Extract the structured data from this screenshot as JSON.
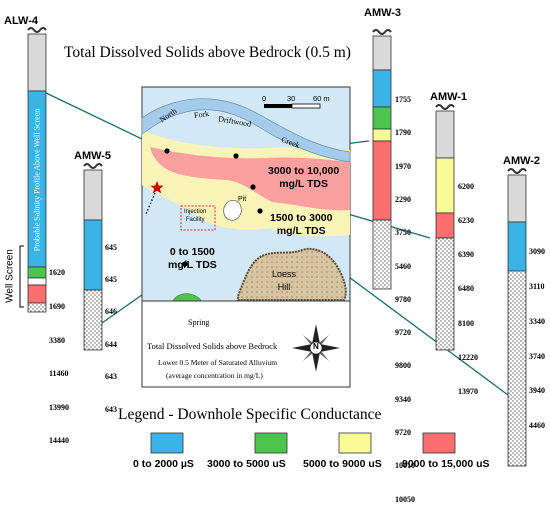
{
  "title": "Total Dissolved Solids above Bedrock (0.5 m)",
  "wells": {
    "alw4": {
      "name": "ALW-4",
      "profile_label": "Probable Salinity Profile Above Well Screen",
      "screen_label": "Well Screen",
      "values": [
        "1620",
        "1690",
        "3380",
        "11460",
        "13990",
        "14440"
      ]
    },
    "amw5": {
      "name": "AMW-5",
      "values": [
        "645",
        "645",
        "646",
        "644",
        "643",
        "643"
      ]
    },
    "amw3": {
      "name": "AMW-3",
      "values": [
        "1755",
        "1790",
        "1970",
        "2290",
        "3750",
        "5460",
        "9780",
        "9720",
        "9800",
        "9340",
        "9720",
        "10010",
        "10050"
      ]
    },
    "amw1": {
      "name": "AMW-1",
      "values": [
        "6200",
        "6230",
        "6390",
        "6480",
        "8100",
        "12220",
        "13970"
      ]
    },
    "amw2": {
      "name": "AMW-2",
      "values": [
        "3090",
        "3110",
        "3340",
        "3740",
        "3940",
        "4460"
      ]
    }
  },
  "map": {
    "scale": {
      "zero": "0",
      "mid": "30",
      "max": "60 m"
    },
    "creek": {
      "word1": "North",
      "word2": "Fork",
      "word3": "Driftwood",
      "word4": "Creek"
    },
    "zone_high": {
      "line1": "3000 to 10,000",
      "line2": "mg/L TDS"
    },
    "zone_mid": {
      "line1": "1500 to 3000",
      "line2": "mg/L TDS"
    },
    "zone_low": {
      "line1": "0 to 1500",
      "line2": "mg/L TDS"
    },
    "injection": {
      "line1": "Injection",
      "line2": "Facility"
    },
    "pit": "Pit",
    "loess": {
      "line1": "Loess",
      "line2": "Hill"
    },
    "spring": "Spring",
    "caption": {
      "line1": "Total Dissolved Solids above Bedrock",
      "line2": "Lower 0.5 Meter of Saturated Alluvium",
      "line3": "(average concentration  in mg/L)"
    },
    "compass": {
      "n": "N"
    }
  },
  "legend": {
    "title": "Legend - Downhole Specific Conductance",
    "items": [
      {
        "label": "0 to 2000 µS",
        "color": "#3bb3e6"
      },
      {
        "label": "3000 to 5000 uS",
        "color": "#4cc44f"
      },
      {
        "label": "5000 to 9000 uS",
        "color": "#fafa96"
      },
      {
        "label": "9000 to 15,000 uS",
        "color": "#fb6f6f"
      }
    ]
  },
  "colors": {
    "casing": "#d9d9d9",
    "blue": "#3bb3e6",
    "green": "#4cc44f",
    "yellow": "#fafa96",
    "red": "#fb6f6f",
    "line": "#1a6b73",
    "map_zone_high": "#fb9f9f",
    "map_zone_mid": "#fbf4b8",
    "map_zone_low": "#d3e8f7",
    "creek": "#a4cbe9"
  }
}
